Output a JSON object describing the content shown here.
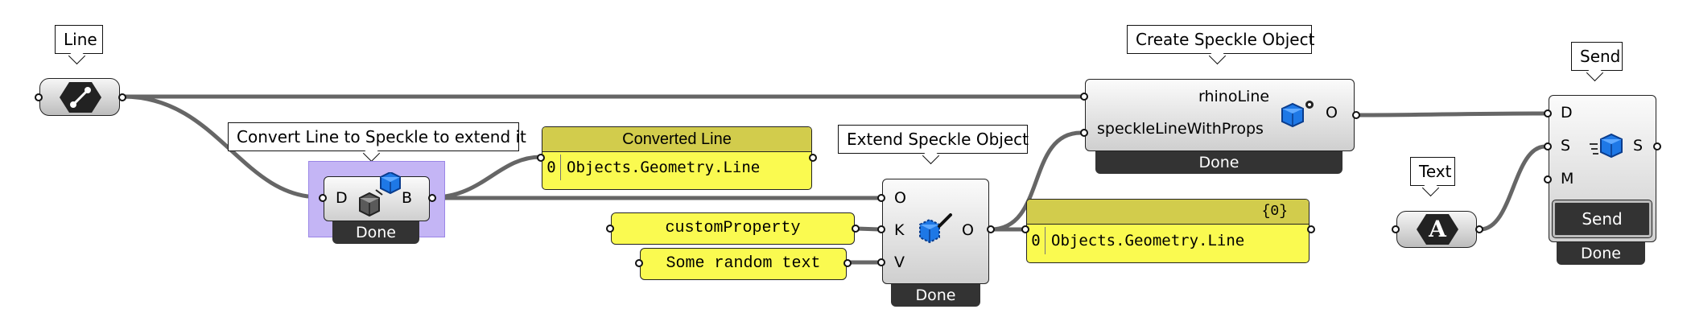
{
  "callouts": {
    "line": "Line",
    "convert": "Convert Line to Speckle to extend it",
    "extend": "Extend Speckle Object",
    "create": "Create Speckle Object",
    "text": "Text",
    "send": "Send"
  },
  "convert_node": {
    "input_d": "D",
    "output_b": "B",
    "status": "Done"
  },
  "converted_panel": {
    "title": "Converted Line",
    "row_index": "0",
    "row_value": "Objects.Geometry.Line"
  },
  "extend_node": {
    "input_o": "O",
    "input_k": "K",
    "input_v": "V",
    "output_o": "O",
    "status": "Done"
  },
  "string_panels": {
    "key": "customProperty",
    "value": "Some random text"
  },
  "output_panel": {
    "path": "{0}",
    "row_index": "0",
    "row_value": "Objects.Geometry.Line"
  },
  "create_node": {
    "input_1": "rhinoLine",
    "input_2": "speckleLineWithProps",
    "output_o": "O",
    "status": "Done"
  },
  "text_param": {
    "glyph": "A"
  },
  "send_node": {
    "input_d": "D",
    "input_s": "S",
    "input_m": "M",
    "output_s": "S",
    "send_button": "Send",
    "status": "Done"
  },
  "colors": {
    "canvas": "#ffffff",
    "panel_yellow": "#fafa50",
    "panel_header": "#d2cc4c",
    "selection_purple": "#c4b5f5",
    "done_bar": "#333333",
    "speckle_blue": "#1e78e6",
    "wire": "#666666"
  },
  "icons": [
    "line-param-icon",
    "speckle-convert-icon",
    "speckle-extend-icon",
    "speckle-create-icon",
    "text-param-icon",
    "speckle-send-icon"
  ]
}
